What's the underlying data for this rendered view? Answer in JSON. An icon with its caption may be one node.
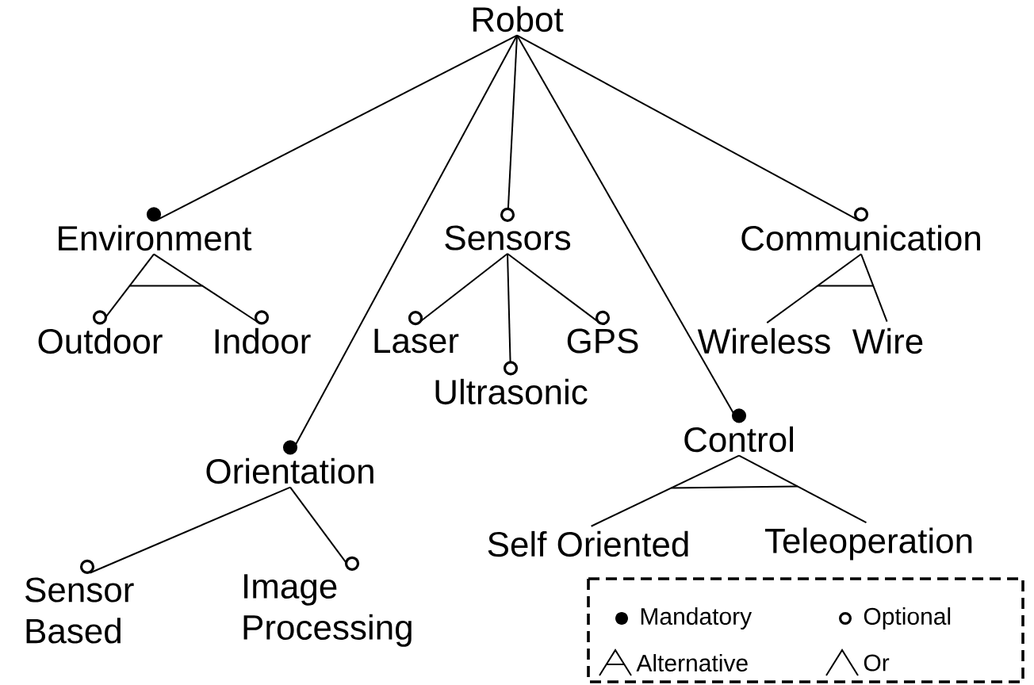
{
  "diagram": {
    "nodes": [
      {
        "text": [
          "Robot"
        ]
      },
      {
        "text": [
          "Environment"
        ]
      },
      {
        "text": [
          "Sensors"
        ]
      },
      {
        "text": [
          "Communication"
        ]
      },
      {
        "text": [
          "Outdoor"
        ]
      },
      {
        "text": [
          "Indoor"
        ]
      },
      {
        "text": [
          "Laser"
        ]
      },
      {
        "text": [
          "GPS"
        ]
      },
      {
        "text": [
          "Ultrasonic"
        ]
      },
      {
        "text": [
          "Wireless"
        ]
      },
      {
        "text": [
          "Wire"
        ]
      },
      {
        "text": [
          "Orientation"
        ]
      },
      {
        "text": [
          "Control"
        ]
      },
      {
        "text": [
          "Sensor Based"
        ]
      },
      {
        "text": [
          "Image Processing"
        ]
      },
      {
        "text": [
          "Self Oriented"
        ]
      },
      {
        "text": [
          "Teleoperation"
        ]
      }
    ],
    "edges": [
      {
        "from": 0,
        "to": 1,
        "arrow": "other"
      },
      {
        "from": 0,
        "to": 2,
        "arrow": "other"
      },
      {
        "from": 0,
        "to": 3,
        "arrow": "other"
      },
      {
        "from": 0,
        "to": 11,
        "arrow": "other"
      },
      {
        "from": 0,
        "to": 12,
        "arrow": "other"
      },
      {
        "from": 1,
        "to": 4,
        "arrow": "other"
      },
      {
        "from": 1,
        "to": 5,
        "arrow": "other"
      },
      {
        "from": 2,
        "to": 6,
        "arrow": "other"
      },
      {
        "from": 2,
        "to": 8,
        "arrow": "other"
      },
      {
        "from": 2,
        "to": 7,
        "arrow": "other"
      },
      {
        "from": 3,
        "to": 9,
        "arrow": "none"
      },
      {
        "from": 3,
        "to": 10,
        "arrow": "none"
      },
      {
        "from": 11,
        "to": 13,
        "arrow": "other"
      },
      {
        "from": 11,
        "to": 14,
        "arrow": "other"
      },
      {
        "from": 12,
        "to": 15,
        "arrow": "none"
      },
      {
        "from": 12,
        "to": 16,
        "arrow": "none"
      }
    ],
    "legend": [
      {
        "text": "Mandatory"
      },
      {
        "text": "Optional"
      },
      {
        "text": "Alternative"
      },
      {
        "text": "Or"
      }
    ]
  }
}
